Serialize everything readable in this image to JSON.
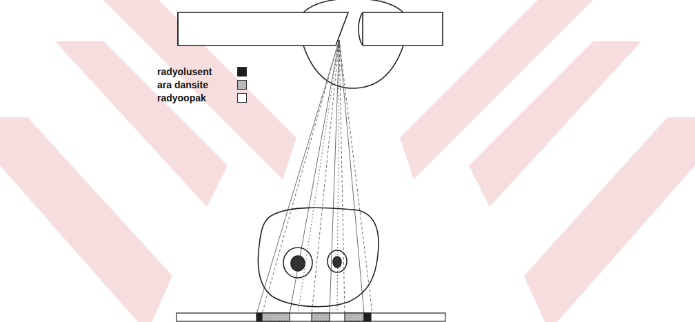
{
  "diagram": {
    "legend": [
      {
        "text": "radyolusent",
        "color": "#1e1e1e"
      },
      {
        "text": "ara dansite",
        "color": "#b8b8b8"
      },
      {
        "text": "radyoopak",
        "color": "#ffffff"
      }
    ]
  }
}
